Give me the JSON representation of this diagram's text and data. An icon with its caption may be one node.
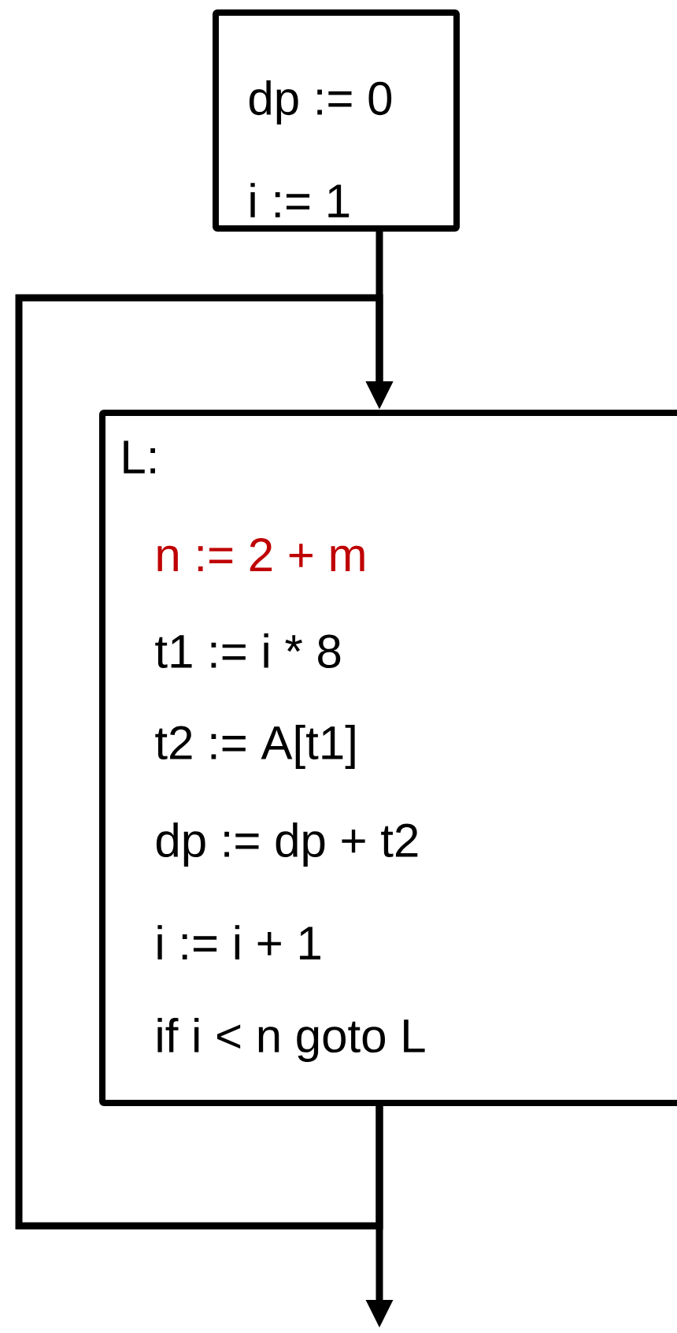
{
  "diagram": {
    "nodes": [
      {
        "text": [
          "dp := 0",
          "i := 1"
        ]
      },
      {
        "text": [
          "L:",
          "n := 2 + m",
          "t1 := i * 8",
          "t2 := A[t1]",
          "dp := dp + t2",
          "i := i + 1",
          "if i < n goto L"
        ]
      }
    ],
    "edges": [
      {
        "from": 0,
        "to": 1,
        "arrow": "to"
      },
      {
        "from": 1,
        "to": 1,
        "arrow": "to"
      },
      {
        "from": 1,
        "to": null,
        "arrow": "to"
      }
    ]
  }
}
